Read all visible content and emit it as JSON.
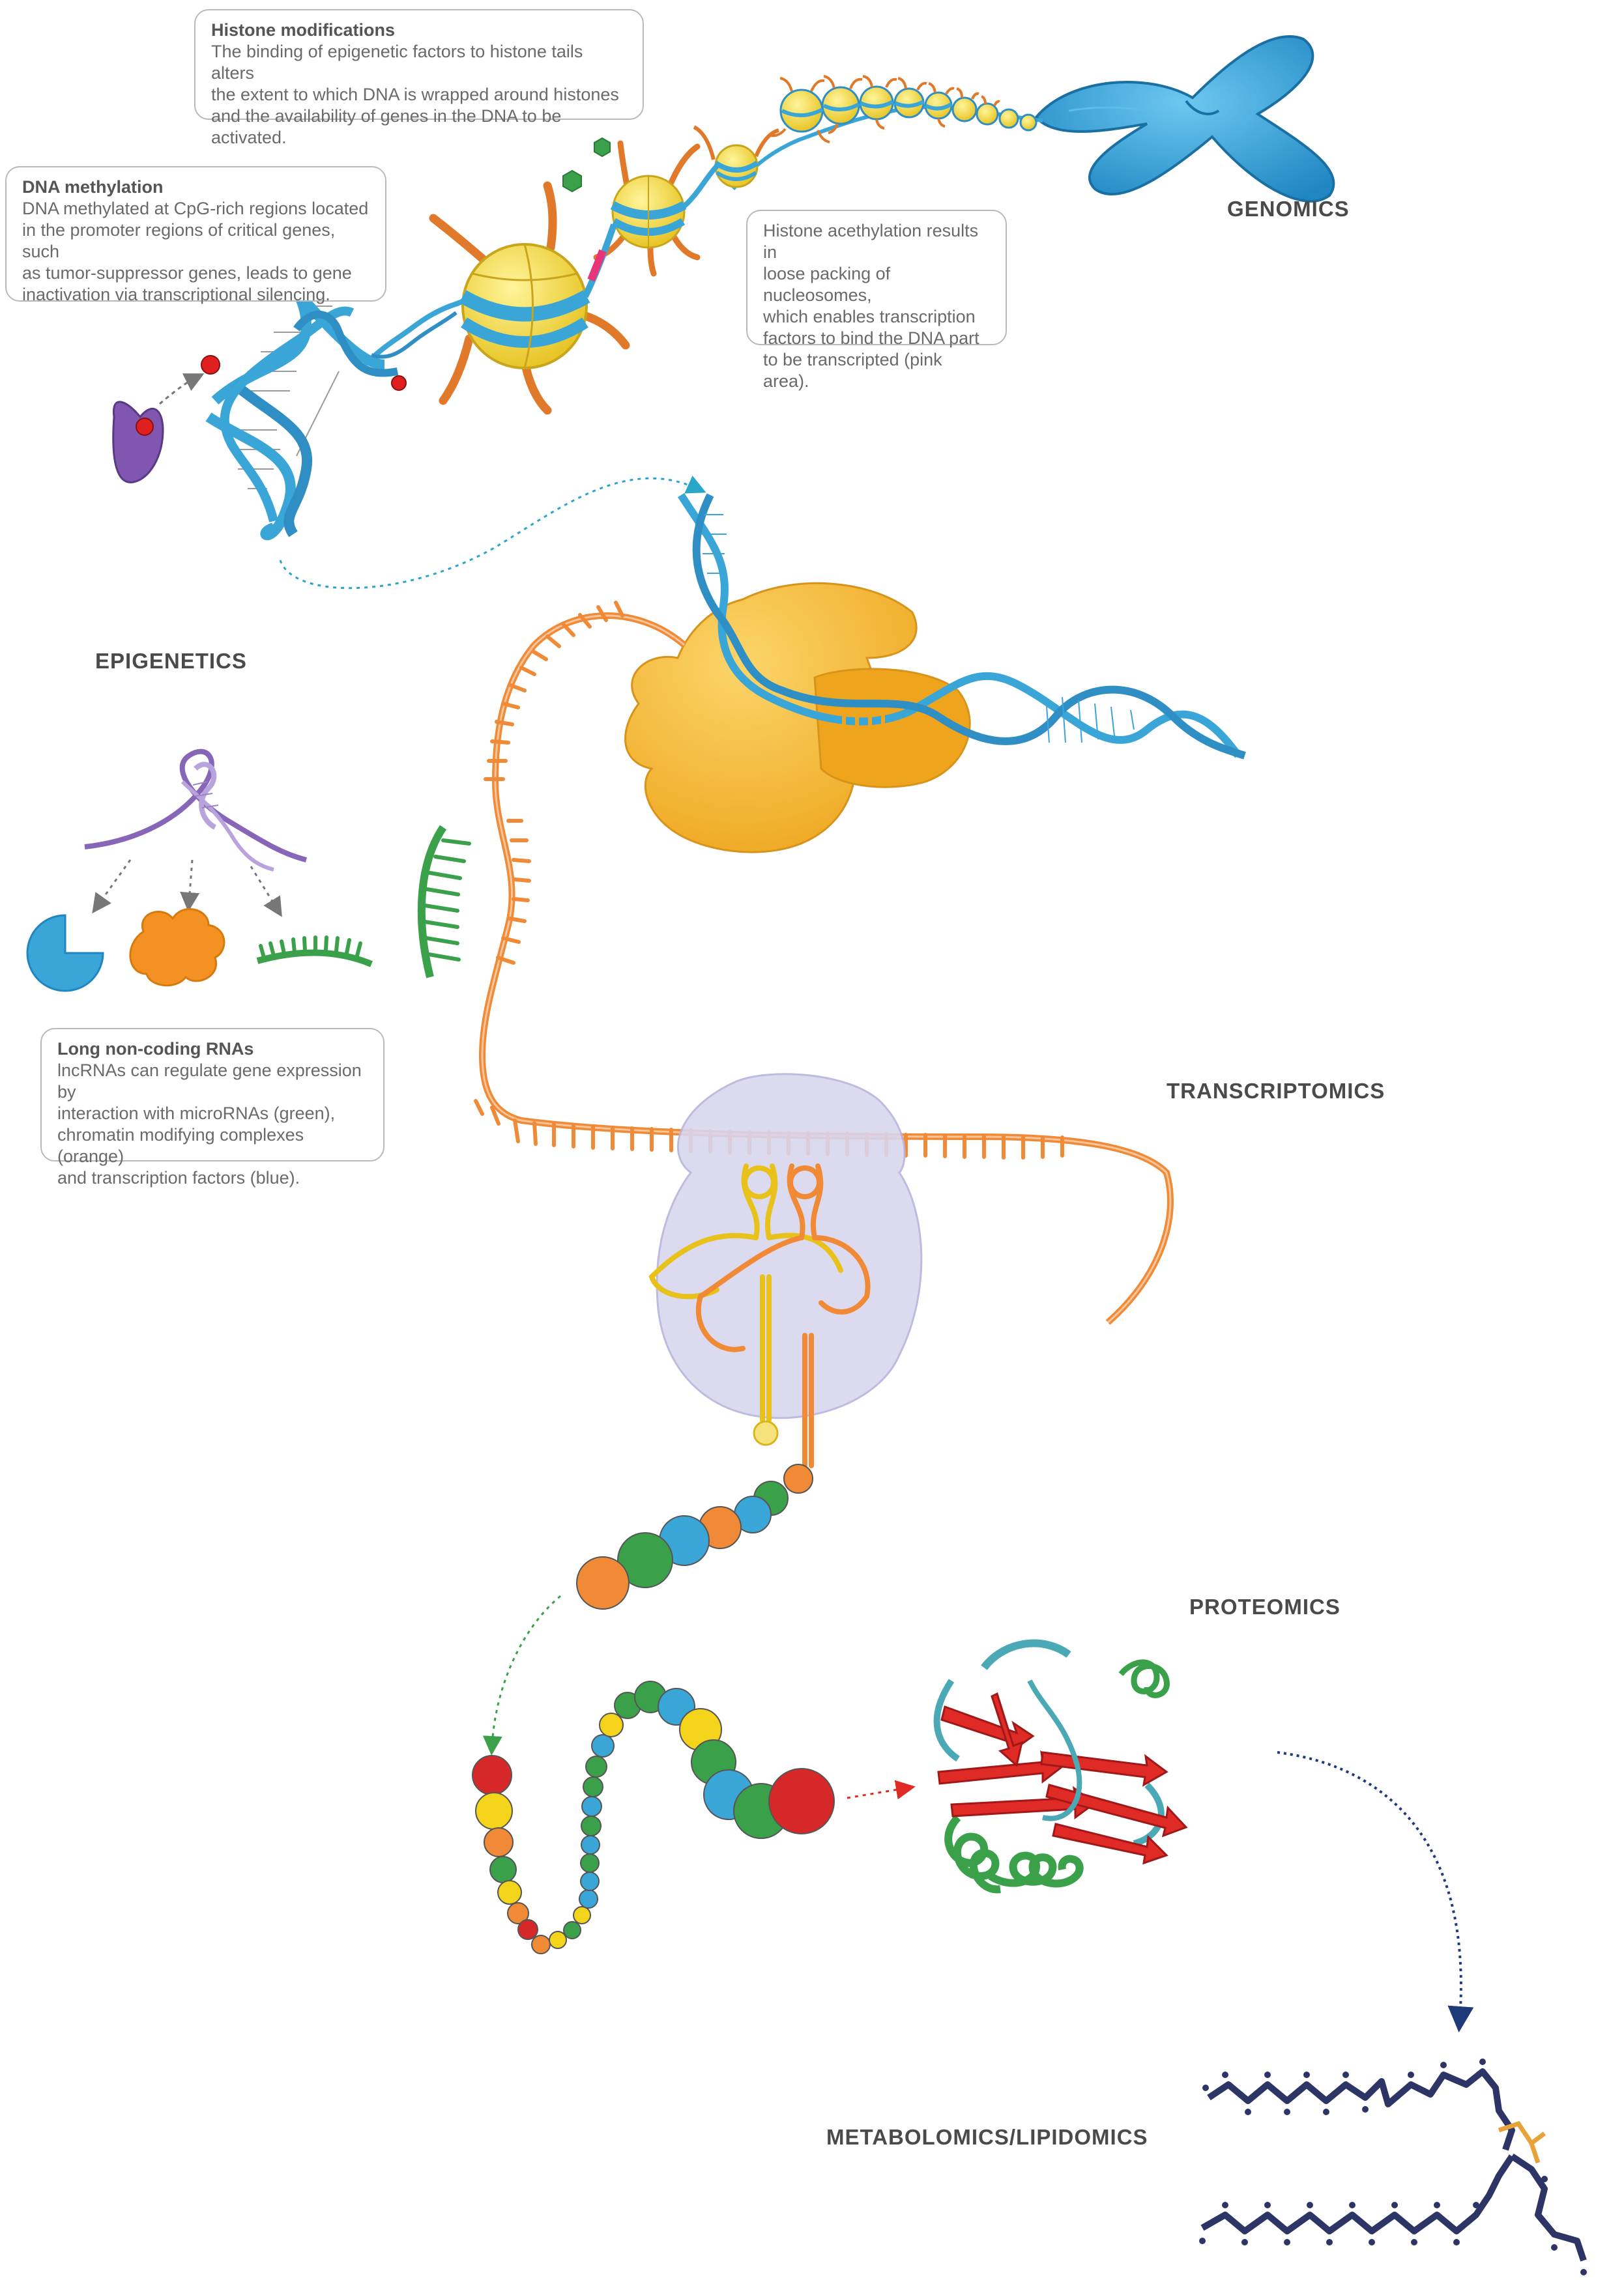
{
  "sections": {
    "genomics": "GENOMICS",
    "epigenetics": "EPIGENETICS",
    "transcriptomics": "TRANSCRIPTOMICS",
    "proteomics": "PROTEOMICS",
    "metabolomics": "METABOLOMICS/LIPIDOMICS"
  },
  "callouts": {
    "histone_modifications": {
      "title": "Histone modifications",
      "body": "The binding of epigenetic factors to histone tails alters\nthe extent to which DNA is wrapped around histones\nand the availability of genes in the DNA to be activated."
    },
    "dna_methylation": {
      "title": "DNA methylation",
      "body": "DNA methylated at CpG-rich regions located\nin the promoter regions of critical genes, such\nas tumor-suppressor genes, leads to gene\ninactivation via transcriptional silencing."
    },
    "histone_acetylation": {
      "body": "Histone acethylation results in\nloose packing of nucleosomes,\nwhich enables transcription\nfactors to bind the DNA part\nto be transcripted (pink area)."
    },
    "long_noncoding": {
      "title": "Long non-coding RNAs",
      "body": "lncRNAs can regulate gene expression by\ninteraction with microRNAs (green),\nchromatin modifying complexes (orange)\nand transcription factors (blue)."
    }
  },
  "colors": {
    "dna_blue": "#3aa6d8",
    "histone_yellow": "#f6e24a",
    "histone_tail_orange": "#e07a2a",
    "rna_orange": "#f08a36",
    "polymerase_gold": "#f3b834",
    "ribosome_lavender": "#d9d6ee",
    "mirna_green": "#3aa14a",
    "protein_red": "#e02a25",
    "methyl_red": "#e02020",
    "lipid_navy": "#2c3566"
  }
}
